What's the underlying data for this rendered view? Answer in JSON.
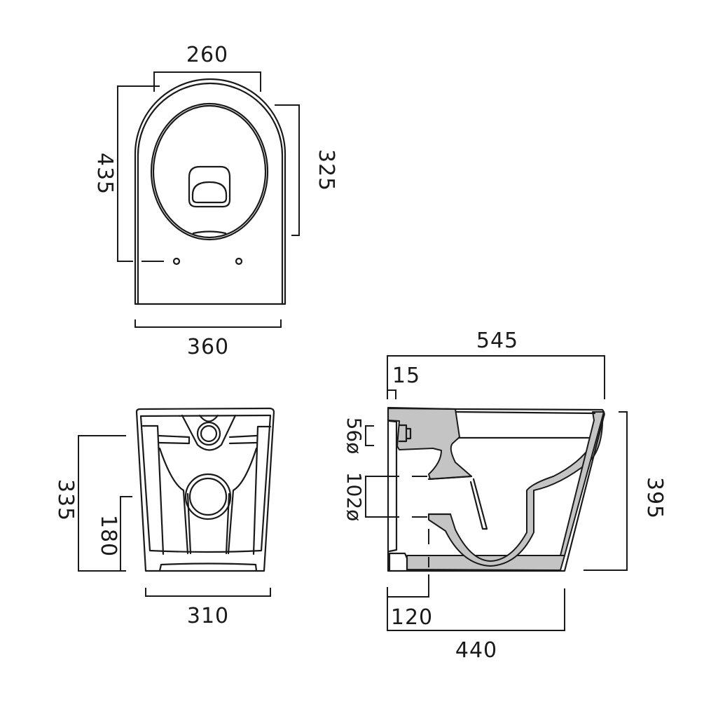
{
  "drawing": {
    "type": "technical-dimension-drawing",
    "subject": "wall-hung / back-to-wall toilet pan",
    "line_color": "#1a1a1a",
    "section_fill_color": "#c4c4c4",
    "background_color": "#ffffff"
  },
  "views": {
    "top": {
      "name": "plan-view",
      "dimensions": {
        "seat_opening_width": "260",
        "overall_depth": "435",
        "bowl_opening_depth": "325",
        "overall_width": "360"
      }
    },
    "front": {
      "name": "rear-elevation",
      "dimensions": {
        "fixing_height": "335",
        "waste_outlet_height": "180",
        "base_width": "310"
      }
    },
    "side": {
      "name": "side-section",
      "dimensions": {
        "overall_length": "545",
        "wall_offset": "15",
        "inlet_diameter": "56ø",
        "outlet_diameter": "102ø",
        "overall_height": "395",
        "outlet_centre_from_wall": "120",
        "base_length": "440"
      }
    }
  }
}
